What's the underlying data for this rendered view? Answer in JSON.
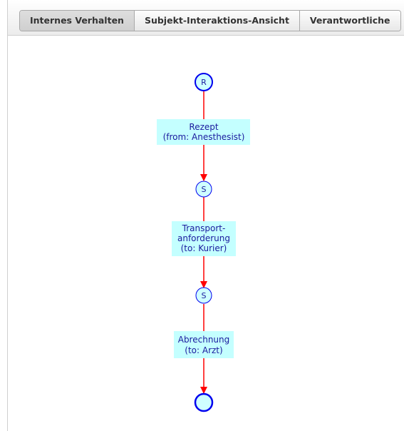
{
  "tabs": [
    {
      "label": "Internes Verhalten",
      "active": true
    },
    {
      "label": "Subjekt-Interaktions-Ansicht",
      "active": false
    },
    {
      "label": "Verantwortliche",
      "active": false
    }
  ],
  "diagram": {
    "start_node": "R",
    "send_nodes": [
      "S",
      "S"
    ],
    "transitions": [
      {
        "lines": [
          "Rezept",
          "(from: Anesthesist)"
        ]
      },
      {
        "lines": [
          "Transport-",
          "anforderung",
          "(to: Kurier)"
        ]
      },
      {
        "lines": [
          "Abrechnung",
          "(to: Arzt)"
        ]
      }
    ]
  },
  "colors": {
    "edge": "#ff0000",
    "label_bg": "#c4ffff",
    "node_fill": "#cfffff",
    "node_stroke": "#0000ee",
    "text": "#1a1a9e"
  }
}
